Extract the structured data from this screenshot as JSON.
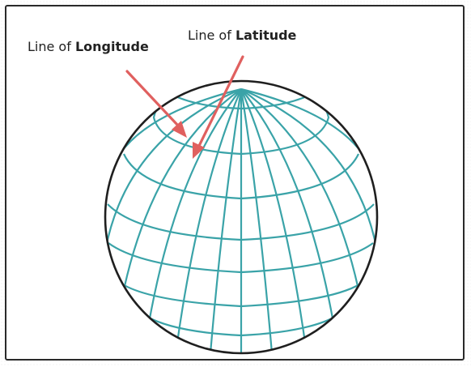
{
  "labels": {
    "longitude_prefix": "Line of ",
    "longitude_bold": "Longitude",
    "latitude_prefix": "Line of ",
    "latitude_bold": "Latitude"
  },
  "colors": {
    "grid": "#3aa3a8",
    "outline": "#1f1f1f",
    "arrow": "#e0605f",
    "frame": "#2a2a2a"
  }
}
